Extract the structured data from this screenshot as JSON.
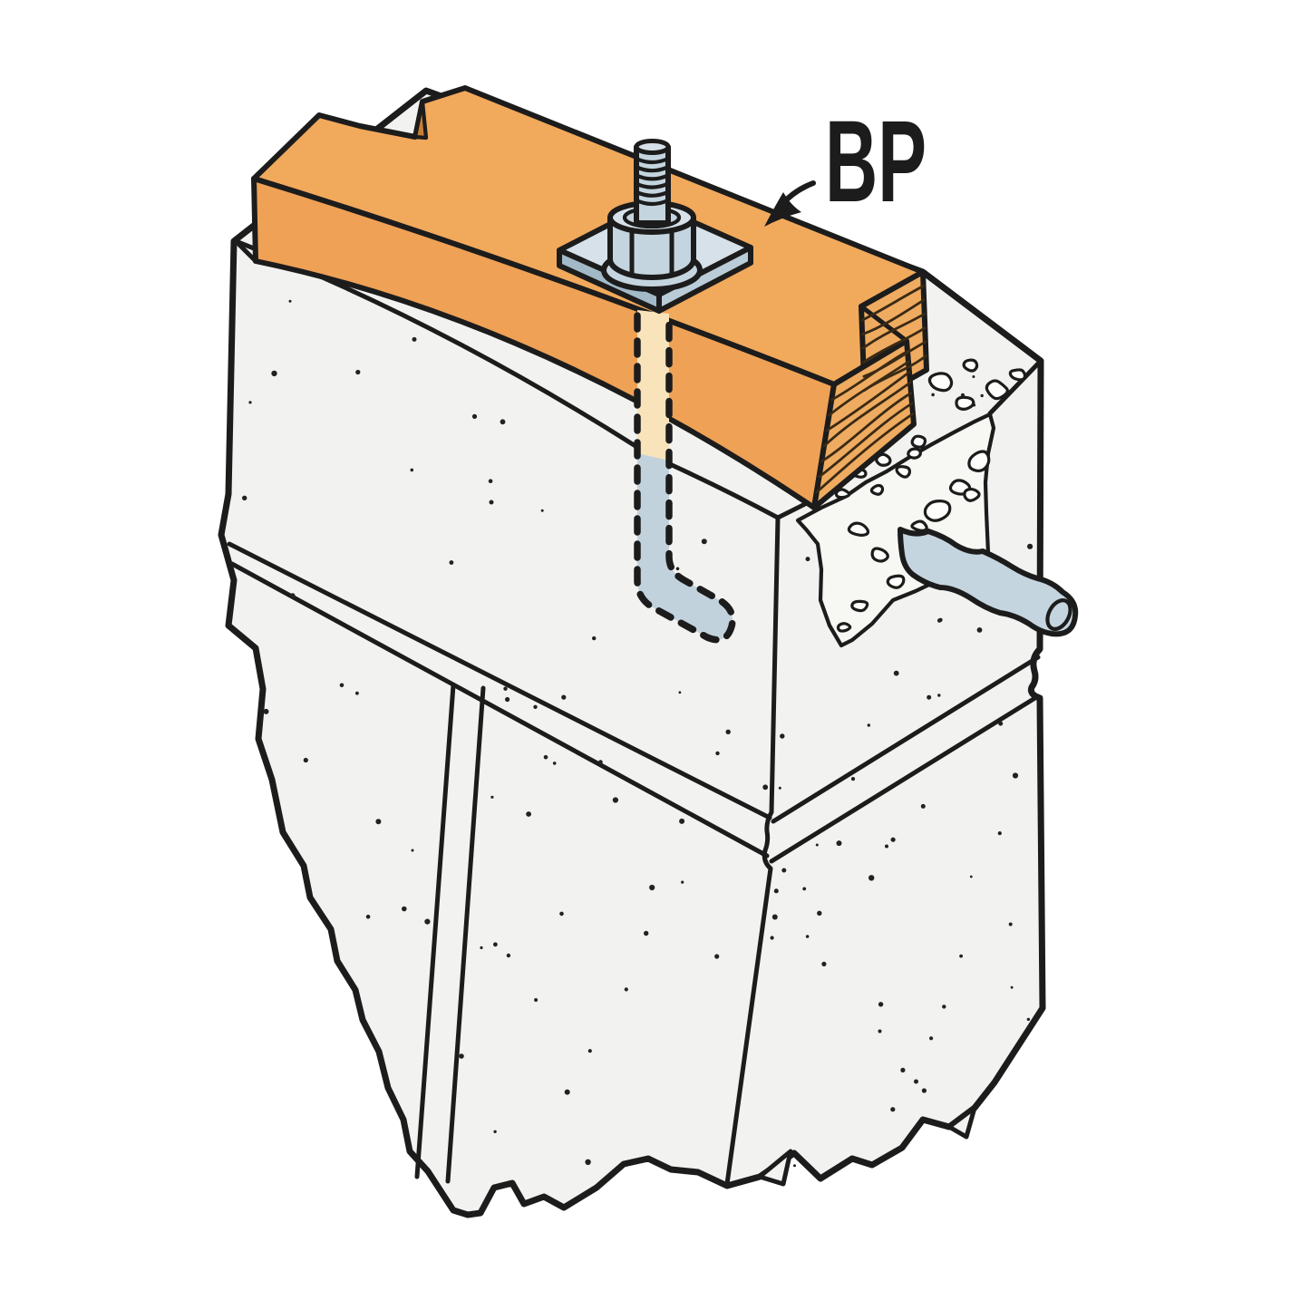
{
  "label": {
    "text": "BP"
  },
  "figure_type": "construction-detail-illustration",
  "parts": {
    "bearing_plate": "bearing-plate",
    "hex_nut": "hex-nut",
    "threaded_rod": "anchor-bolt-threaded-rod",
    "hidden_anchor": "embedded-j-bolt",
    "sill": "wood-sill-plate",
    "wall": "concrete-foundation-wall",
    "rebar": "rebar-dowel",
    "spall": "broken-concrete-cutaway"
  },
  "palette": {
    "background": "#FFFFFF",
    "outline": "#1c1c1c",
    "wood_top": "#F1A95C",
    "wood_front": "#EFA156",
    "wood_end_grain": "#EFAB60",
    "wood_grain_line": "#3a2a14",
    "wood_dark_sliver": "#C77F36",
    "concrete": "#F2F2F0",
    "concrete_cut": "#F7F7F4",
    "stone": "#FDFDFB",
    "metal": "#C5D5DF",
    "metal_light": "#D6E1E9",
    "metal_mid": "#BACCD8",
    "metal_dark": "#A2B9C7",
    "bolt_hidden": "#C2D2DC",
    "wood_hole": "#F8E3BA",
    "speckle": "#222222"
  }
}
